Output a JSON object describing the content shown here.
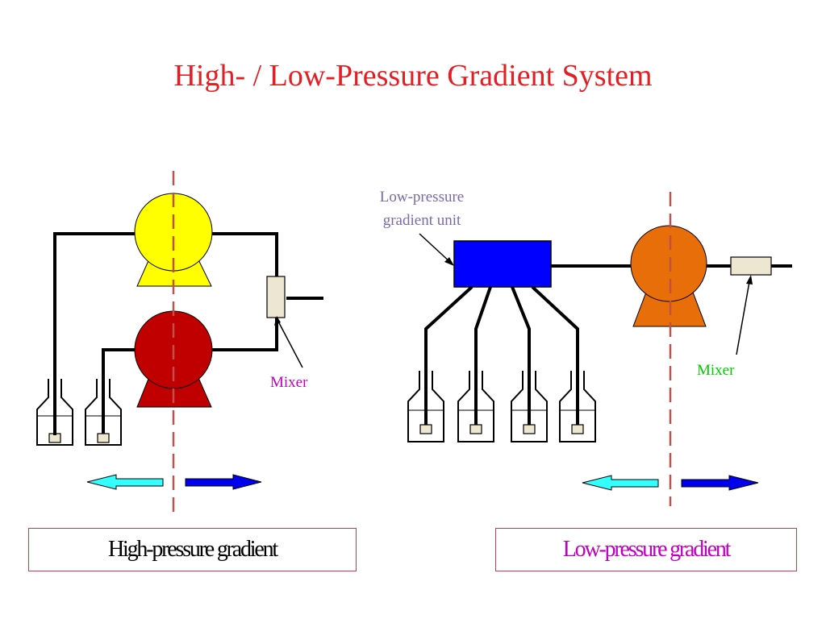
{
  "title": "High- / Low-Pressure Gradient System",
  "left": {
    "mixer_label": "Mixer",
    "caption": "High-pressure gradient",
    "pump_colors": {
      "top": "#ffff00",
      "bottom": "#c00000"
    },
    "mixer_label_color": "#c000c0"
  },
  "right": {
    "unit_label_line1": "Low-pressure",
    "unit_label_line2": "gradient unit",
    "unit_label_color": "#7a6aa8",
    "mixer_label": "Mixer",
    "mixer_label_color": "#00cc00",
    "caption": "Low-pressure gradient",
    "unit_color": "#0000ff",
    "pump_color": "#e86e0a"
  },
  "colors": {
    "title": "#e31e24",
    "divider": "#c0504d",
    "arrow_left": "#33ffff",
    "arrow_right": "#0000ee"
  }
}
